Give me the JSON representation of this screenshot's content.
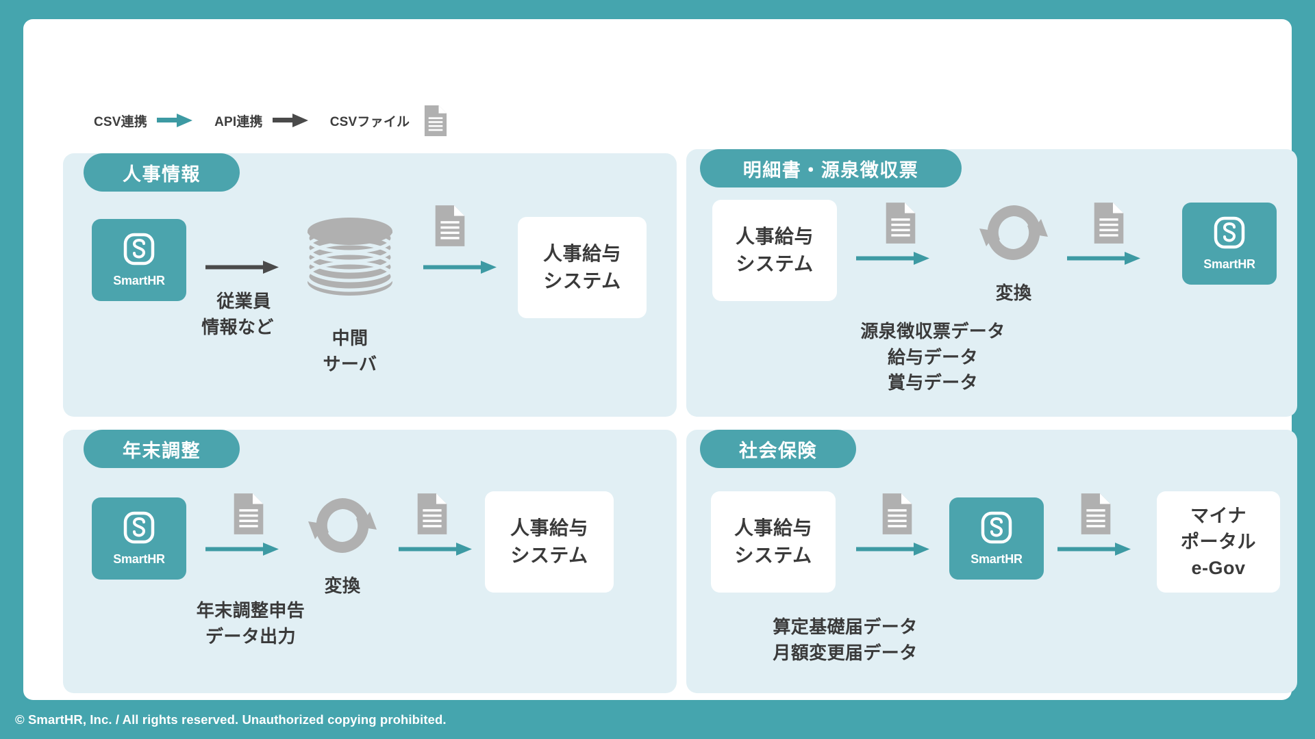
{
  "colors": {
    "brand_teal": "#45a5ae",
    "pill_teal": "#4ba4ad",
    "panel_bg": "#e1eff4",
    "arrow_csv": "#3d9aa3",
    "arrow_api": "#4a4a4a",
    "icon_gray": "#b0b0b0",
    "text_dark": "#3a3a3a",
    "card_white": "#ffffff"
  },
  "legend": {
    "items": [
      {
        "label": "CSV連携",
        "icon": "arrow-right-teal-icon",
        "kind": "arrow",
        "color": "#3d9aa3"
      },
      {
        "label": "API連携",
        "icon": "arrow-right-dark-icon",
        "kind": "arrow",
        "color": "#4a4a4a"
      },
      {
        "label": "CSVファイル",
        "icon": "csv-file-icon",
        "kind": "document",
        "color": "#b0b0b0"
      }
    ]
  },
  "panels": [
    {
      "id": "hr",
      "title": "人事情報",
      "nodes": [
        {
          "name": "smarthr",
          "type": "smarthr",
          "label": "SmartHR"
        },
        {
          "name": "intermediate-server",
          "type": "database",
          "label": "中間\nサーバ",
          "label_line1": "中間",
          "label_line2": "サーバ"
        },
        {
          "name": "hr-payroll-system",
          "type": "white-box",
          "label_line1": "人事給与",
          "label_line2": "システム"
        }
      ],
      "captions": [
        {
          "name": "employee-data-caption",
          "line1": "従業員",
          "line2": "情報など"
        }
      ],
      "arrows": [
        {
          "name": "api-arrow",
          "kind": "api"
        },
        {
          "name": "csv-arrow",
          "kind": "csv"
        }
      ]
    },
    {
      "id": "payslip",
      "title": "明細書・源泉徴収票",
      "nodes": [
        {
          "name": "hr-payroll-system",
          "type": "white-box",
          "label_line1": "人事給与",
          "label_line2": "システム"
        },
        {
          "name": "convert",
          "type": "convert",
          "label": "変換"
        },
        {
          "name": "smarthr",
          "type": "smarthr",
          "label": "SmartHR"
        }
      ],
      "captions": [
        {
          "name": "payslip-data-caption",
          "line1": "源泉徴収票データ",
          "line2": "給与データ",
          "line3": "賞与データ"
        }
      ],
      "arrows": [
        {
          "name": "csv-arrow-1",
          "kind": "csv"
        },
        {
          "name": "csv-arrow-2",
          "kind": "csv"
        }
      ]
    },
    {
      "id": "nencho",
      "title": "年末調整",
      "nodes": [
        {
          "name": "smarthr",
          "type": "smarthr",
          "label": "SmartHR"
        },
        {
          "name": "convert",
          "type": "convert",
          "label": "変換"
        },
        {
          "name": "hr-payroll-system",
          "type": "white-box",
          "label_line1": "人事給与",
          "label_line2": "システム"
        }
      ],
      "captions": [
        {
          "name": "nencho-data-caption",
          "line1": "年末調整申告",
          "line2": "データ出力"
        }
      ],
      "arrows": [
        {
          "name": "csv-arrow-1",
          "kind": "csv"
        },
        {
          "name": "csv-arrow-2",
          "kind": "csv"
        }
      ]
    },
    {
      "id": "shaho",
      "title": "社会保険",
      "nodes": [
        {
          "name": "hr-payroll-system",
          "type": "white-box",
          "label_line1": "人事給与",
          "label_line2": "システム"
        },
        {
          "name": "smarthr",
          "type": "smarthr",
          "label": "SmartHR"
        },
        {
          "name": "mynaportal-egov",
          "type": "white-box",
          "label_line1": "マイナ",
          "label_line2": "ポータル",
          "label_line3": "e-Gov"
        }
      ],
      "captions": [
        {
          "name": "shaho-data-caption",
          "line1": "算定基礎届データ",
          "line2": "月額変更届データ"
        }
      ],
      "arrows": [
        {
          "name": "csv-arrow-1",
          "kind": "csv"
        },
        {
          "name": "csv-arrow-2",
          "kind": "csv"
        }
      ]
    }
  ],
  "footer": {
    "copyright": "© SmartHR, Inc. / All rights reserved. Unauthorized copying prohibited."
  }
}
